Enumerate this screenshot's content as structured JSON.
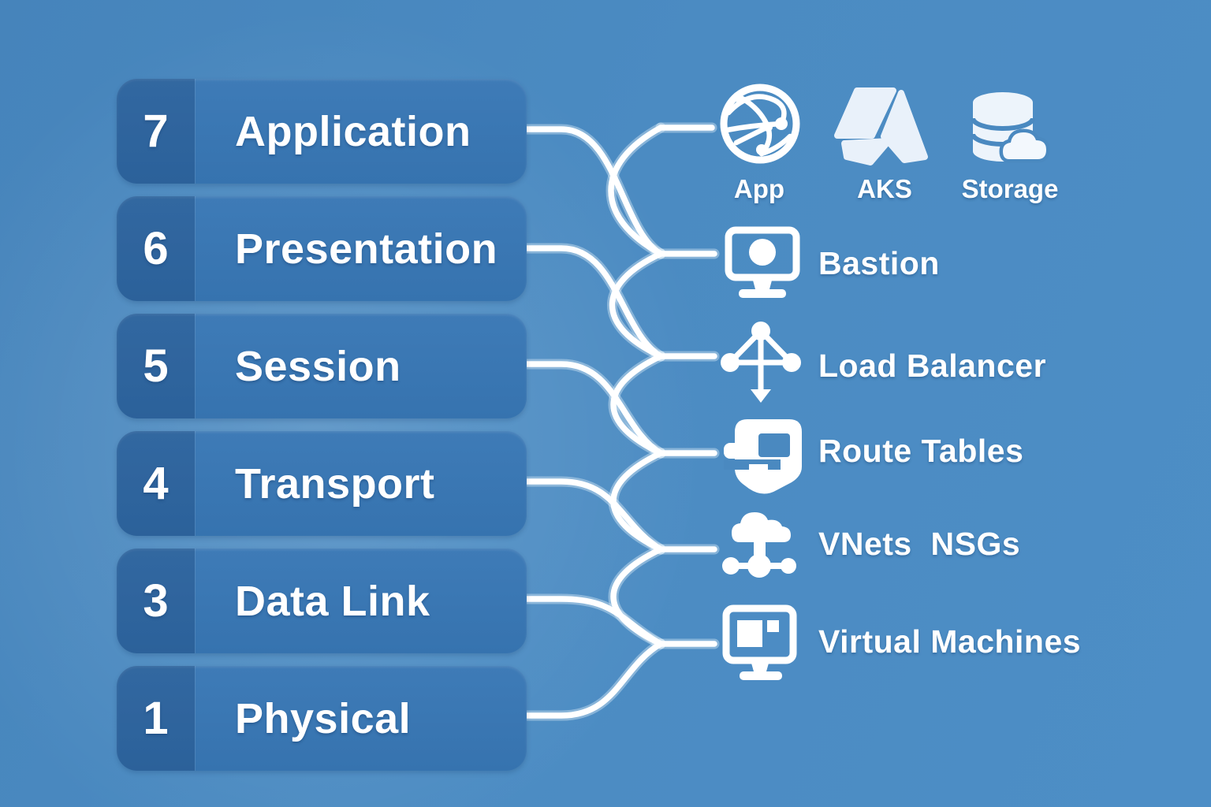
{
  "diagram": {
    "title_hint": "OSI layers mapped to Azure services",
    "layers": [
      {
        "number": "7",
        "label": "Application"
      },
      {
        "number": "6",
        "label": "Presentation"
      },
      {
        "number": "5",
        "label": "Session"
      },
      {
        "number": "4",
        "label": "Transport"
      },
      {
        "number": "3",
        "label": "Data Link"
      },
      {
        "number": "1",
        "label": "Physical"
      }
    ],
    "top_row": [
      {
        "label": "App",
        "icon": "globe-network-icon"
      },
      {
        "label": "AKS",
        "icon": "aks-logo-icon"
      },
      {
        "label": "Storage",
        "icon": "storage-cloud-icon"
      }
    ],
    "services": [
      {
        "label": "Bastion",
        "icon": "bastion-desktop-icon"
      },
      {
        "label": "Load Balancer",
        "icon": "load-balancer-icon"
      },
      {
        "label": "Route Tables",
        "icon": "route-tables-icon"
      },
      {
        "label": "VNets  NSGs",
        "icon": "vnets-nsgs-icon"
      },
      {
        "label": "Virtual Machines",
        "icon": "virtual-machines-icon"
      }
    ],
    "colors": {
      "background": "#4a89c0",
      "layer_box": "#3a77b3",
      "layer_number_cell": "#2e6aa7",
      "connector_line": "#ffffff",
      "icon_white": "#ffffff",
      "icon_tinted_white": "#e9f1fa"
    }
  }
}
